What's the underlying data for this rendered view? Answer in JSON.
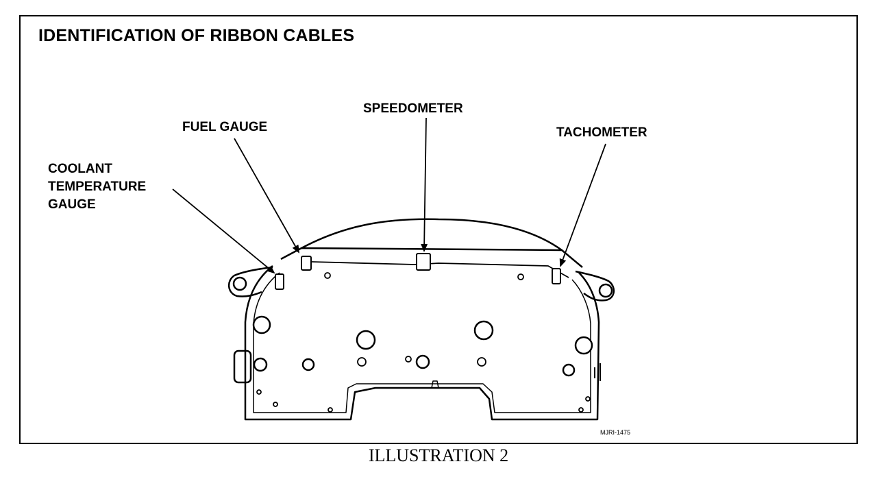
{
  "title": "IDENTIFICATION OF RIBBON CABLES",
  "labels": {
    "speedometer": "SPEEDOMETER",
    "fuel_gauge": "FUEL GAUGE",
    "tachometer": "TACHOMETER",
    "coolant": [
      "COOLANT",
      "TEMPERATURE",
      "GAUGE"
    ]
  },
  "reference_code": "MJRI-1475",
  "caption": "ILLUSTRATION 2"
}
